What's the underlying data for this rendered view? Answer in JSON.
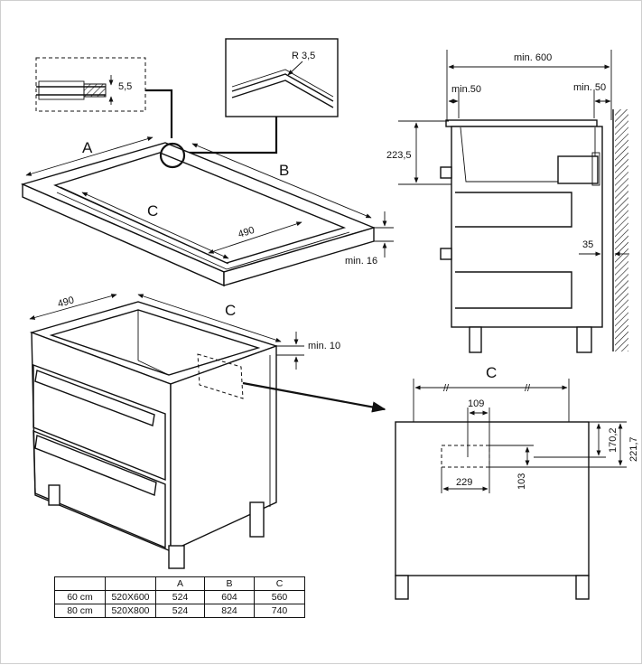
{
  "labels": {
    "recess_depth": "5,5",
    "radius": "R 3,5",
    "a": "A",
    "b": "B",
    "c_frame": "C",
    "frame_depth": "490",
    "min_16": "min. 16",
    "cab_depth": "490",
    "c_cabinet": "C",
    "min_10": "min. 10",
    "min_600": "min. 600",
    "min_50_left": "min.50",
    "min_50_right": "min. 50",
    "h_223_5": "223,5",
    "d_35": "35",
    "c_front": "C",
    "w_109": "109",
    "w_229": "229",
    "h_103": "103",
    "h_170_2": "170,2",
    "h_221_7": "221,7",
    "tick_left": "//",
    "tick_right": "//"
  },
  "table": {
    "headers": [
      "",
      "",
      "A",
      "B",
      "C"
    ],
    "rows": [
      [
        "60 cm",
        "520X600",
        "524",
        "604",
        "560"
      ],
      [
        "80 cm",
        "520X800",
        "524",
        "824",
        "740"
      ]
    ]
  }
}
